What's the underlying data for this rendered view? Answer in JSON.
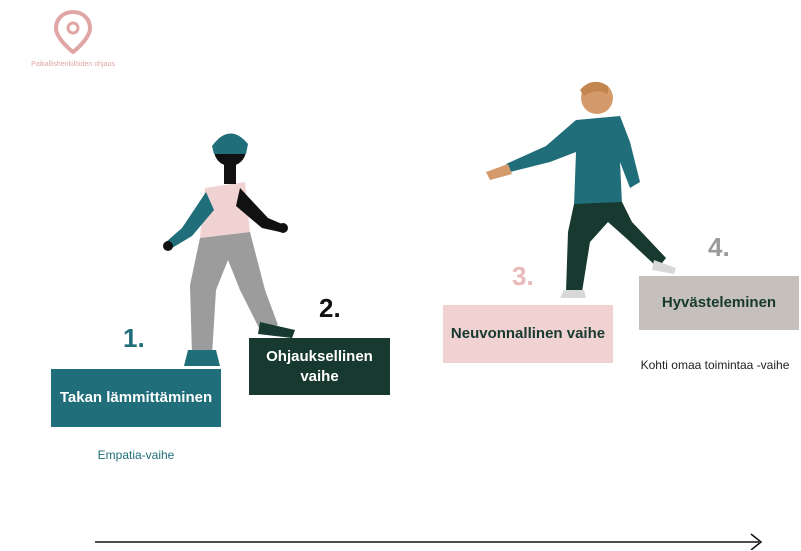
{
  "logo": {
    "icon": "location-pin-icon",
    "text": "Paikallishenkilöiden ohjaus",
    "color": "#e0a6a6"
  },
  "steps": [
    {
      "number": "1.",
      "title": "Takan lämmittäminen",
      "subtitle": "Empatia-vaihe",
      "color": "#1f6e7a"
    },
    {
      "number": "2.",
      "title": "Ohjauksellinen vaihe",
      "subtitle": "",
      "color": "#17392f"
    },
    {
      "number": "3.",
      "title": "Neuvonnallinen vaihe",
      "subtitle": "",
      "color": "#f0d2d2"
    },
    {
      "number": "4.",
      "title": "Hyvästeleminen",
      "subtitle": "Kohti omaa toimintaa -vaihe",
      "color": "#c6c0bc"
    }
  ],
  "colors": {
    "teal": "#1f6e7a",
    "dark_green": "#17392f",
    "pink": "#f0d2d2",
    "pink_number": "#e8b9b9",
    "grey": "#c6c0bc",
    "grey_number": "#9a9a9a",
    "skin_orange": "#d49a6a",
    "pants_grey": "#9c9c9c"
  },
  "arrow": {
    "icon": "long-right-arrow-icon"
  }
}
